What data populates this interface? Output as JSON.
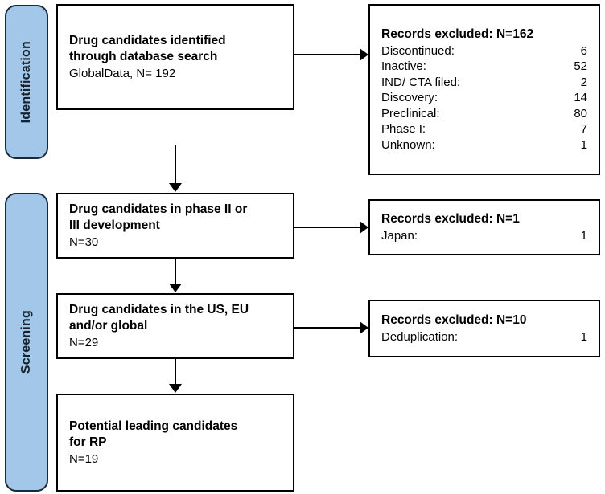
{
  "diagram": {
    "title": "Drug candidate selection flow diagram",
    "accent_color": "#A3C7E8",
    "border_color": "#000000",
    "pill_border_color": "#1B2A3A"
  },
  "stages": [
    {
      "id": "identification",
      "label": "Identification"
    },
    {
      "id": "screening",
      "label": "Screening"
    }
  ],
  "flow_boxes": [
    {
      "id": "identified",
      "title": "Drug candidates identified\nthrough database search",
      "sub": "GlobalData, N= 192"
    },
    {
      "id": "phase-ii-iii",
      "title": "Drug candidates in phase II or\nIII development",
      "sub": "N=30"
    },
    {
      "id": "us-eu-global",
      "title": "Drug candidates in the US, EU\nand/or global",
      "sub": "N=29"
    },
    {
      "id": "leading-candidates",
      "title": "Potential leading candidates\nfor RP",
      "sub": "N=19"
    }
  ],
  "exclusion_boxes": [
    {
      "id": "excluded-162",
      "title": "Records excluded: N=162",
      "rows": [
        {
          "key": "Discontinued:",
          "value": "6"
        },
        {
          "key": "Inactive:",
          "value": "52"
        },
        {
          "key": "IND/ CTA filed:",
          "value": "2"
        },
        {
          "key": "Discovery:",
          "value": "14"
        },
        {
          "key": "Preclinical:",
          "value": "80"
        },
        {
          "key": "Phase I:",
          "value": "7"
        },
        {
          "key": "Unknown:",
          "value": "1"
        }
      ]
    },
    {
      "id": "excluded-1",
      "title": "Records excluded: N=1",
      "rows": [
        {
          "key": "Japan:",
          "value": "1"
        }
      ]
    },
    {
      "id": "excluded-10",
      "title": "Records excluded: N=10",
      "rows": [
        {
          "key": "Deduplication:",
          "value": "1"
        }
      ]
    }
  ],
  "connectors": [
    {
      "id": "identified-to-excluded-162",
      "kind": "horizontal-arrow"
    },
    {
      "id": "identified-to-phase-ii-iii",
      "kind": "vertical-arrow"
    },
    {
      "id": "phase-ii-iii-to-excluded-1",
      "kind": "horizontal-arrow"
    },
    {
      "id": "phase-ii-iii-to-us-eu-global",
      "kind": "vertical-arrow"
    },
    {
      "id": "us-eu-global-to-excluded-10",
      "kind": "horizontal-arrow"
    },
    {
      "id": "us-eu-global-to-leading-candidates",
      "kind": "vertical-arrow"
    }
  ]
}
